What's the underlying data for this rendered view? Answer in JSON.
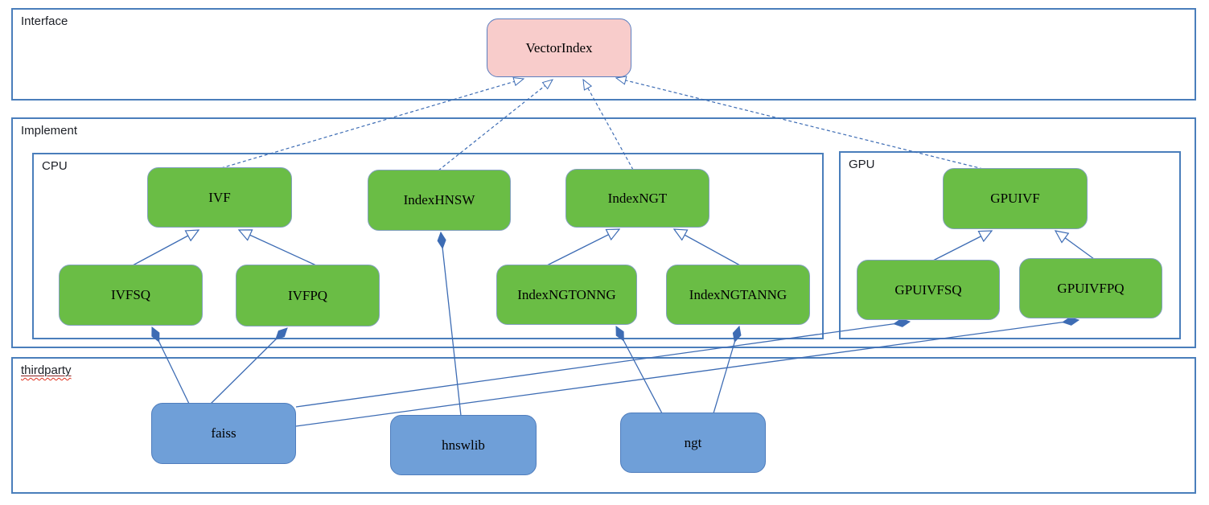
{
  "containers": {
    "interface": {
      "label": "Interface"
    },
    "implement": {
      "label": "Implement"
    },
    "cpu": {
      "label": "CPU"
    },
    "gpu": {
      "label": "GPU"
    },
    "thirdparty": {
      "label": "thirdparty"
    }
  },
  "nodes": {
    "vectorindex": {
      "label": "VectorIndex",
      "kind": "interface"
    },
    "ivf": {
      "label": "IVF",
      "kind": "class"
    },
    "indexhnsw": {
      "label": "IndexHNSW",
      "kind": "class"
    },
    "indexngt": {
      "label": "IndexNGT",
      "kind": "class"
    },
    "ivfsq": {
      "label": "IVFSQ",
      "kind": "class"
    },
    "ivfpq": {
      "label": "IVFPQ",
      "kind": "class"
    },
    "indexngtonng": {
      "label": "IndexNGTONNG",
      "kind": "class"
    },
    "indexngtanng": {
      "label": "IndexNGTANNG",
      "kind": "class"
    },
    "gpuivf": {
      "label": "GPUIVF",
      "kind": "class"
    },
    "gpuivfsq": {
      "label": "GPUIVFSQ",
      "kind": "class"
    },
    "gpuivfpq": {
      "label": "GPUIVFPQ",
      "kind": "class"
    },
    "faiss": {
      "label": "faiss",
      "kind": "thirdparty-lib"
    },
    "hnswlib": {
      "label": "hnswlib",
      "kind": "thirdparty-lib"
    },
    "ngt": {
      "label": "ngt",
      "kind": "thirdparty-lib"
    }
  },
  "edges": [
    {
      "from": "IVF",
      "to": "VectorIndex",
      "type": "realization"
    },
    {
      "from": "IndexHNSW",
      "to": "VectorIndex",
      "type": "realization"
    },
    {
      "from": "IndexNGT",
      "to": "VectorIndex",
      "type": "realization"
    },
    {
      "from": "GPUIVF",
      "to": "VectorIndex",
      "type": "realization"
    },
    {
      "from": "IVFSQ",
      "to": "IVF",
      "type": "generalization"
    },
    {
      "from": "IVFPQ",
      "to": "IVF",
      "type": "generalization"
    },
    {
      "from": "IndexNGTONNG",
      "to": "IndexNGT",
      "type": "generalization"
    },
    {
      "from": "IndexNGTANNG",
      "to": "IndexNGT",
      "type": "generalization"
    },
    {
      "from": "GPUIVFSQ",
      "to": "GPUIVF",
      "type": "generalization"
    },
    {
      "from": "GPUIVFPQ",
      "to": "GPUIVF",
      "type": "generalization"
    },
    {
      "from": "faiss",
      "to": "IVFSQ",
      "type": "composition"
    },
    {
      "from": "faiss",
      "to": "IVFPQ",
      "type": "composition"
    },
    {
      "from": "faiss",
      "to": "GPUIVFSQ",
      "type": "composition"
    },
    {
      "from": "faiss",
      "to": "GPUIVFPQ",
      "type": "composition"
    },
    {
      "from": "hnswlib",
      "to": "IndexHNSW",
      "type": "composition"
    },
    {
      "from": "ngt",
      "to": "IndexNGTONNG",
      "type": "composition"
    },
    {
      "from": "ngt",
      "to": "IndexNGTANNG",
      "type": "composition"
    }
  ],
  "colors": {
    "interface_fill": "#f8cccb",
    "interface_border": "#5b7ec0",
    "class_fill": "#6abd45",
    "class_border": "#82a0be",
    "thirdparty_fill": "#6f9fd8",
    "thirdparty_border": "#4f7dbd",
    "container_border": "#4a7ebb",
    "connector": "#3d6cb4",
    "spellcheck_underline": "#e0321f"
  }
}
